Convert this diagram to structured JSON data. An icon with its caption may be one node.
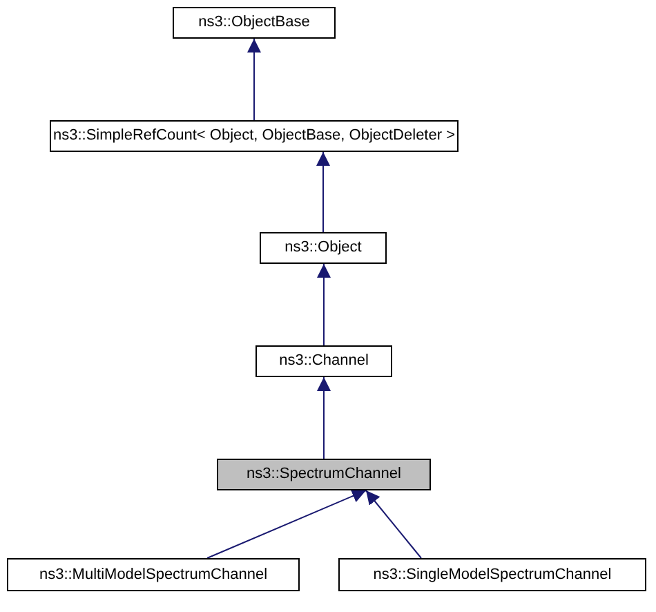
{
  "diagram": {
    "nodes": [
      {
        "text": [
          "ns3::ObjectBase"
        ]
      },
      {
        "text": [
          "ns3::SimpleRefCount< Object, ObjectBase, ObjectDeleter >"
        ]
      },
      {
        "text": [
          "ns3::Object"
        ]
      },
      {
        "text": [
          "ns3::Channel"
        ]
      },
      {
        "text": [
          "ns3::SpectrumChannel"
        ]
      },
      {
        "text": [
          "ns3::MultiModelSpectrumChannel"
        ]
      },
      {
        "text": [
          "ns3::SingleModelSpectrumChannel"
        ]
      }
    ],
    "edges": [
      {
        "from": 1,
        "to": 0,
        "arrow": "to"
      },
      {
        "from": 2,
        "to": 1,
        "arrow": "to"
      },
      {
        "from": 3,
        "to": 2,
        "arrow": "to"
      },
      {
        "from": 4,
        "to": 3,
        "arrow": "to"
      },
      {
        "from": 5,
        "to": 4,
        "arrow": "to"
      },
      {
        "from": 6,
        "to": 4,
        "arrow": "to"
      }
    ]
  }
}
